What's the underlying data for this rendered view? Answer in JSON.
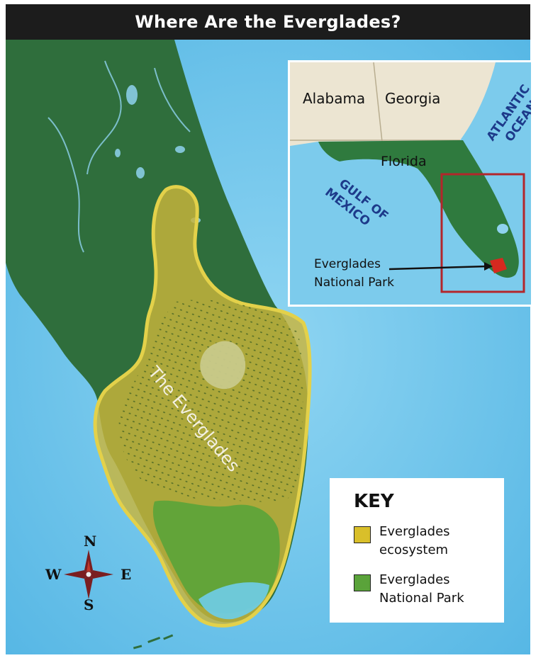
{
  "title": "Where Are the Everglades?",
  "region_label": "The Everglades",
  "inset": {
    "states": [
      "Alabama",
      "Georgia",
      "Florida"
    ],
    "water": [
      "ATLANTIC OCEAN",
      "GULF OF MEXICO"
    ],
    "water_lines": {
      "atlantic": [
        "ATLANTIC",
        "OCEAN"
      ],
      "gulf": [
        "GULF OF",
        "MEXICO"
      ]
    },
    "callout": [
      "Everglades",
      "National Park"
    ]
  },
  "key": {
    "title": "KEY",
    "items": [
      {
        "label_lines": [
          "Everglades",
          "ecosystem"
        ],
        "color": "#d9bf2a"
      },
      {
        "label_lines": [
          "Everglades",
          "National Park"
        ],
        "color": "#5aa33a"
      }
    ]
  },
  "compass": {
    "n": "N",
    "s": "S",
    "e": "E",
    "w": "W"
  },
  "colors": {
    "land": "#2f6e3c",
    "ocean": "#6fc3ea",
    "ecosystem": "#c9b43a",
    "park": "#5aa33a",
    "inset_land": "#2f7a3e",
    "inset_other": "#e9e2cf",
    "inset_box": "#b3262b",
    "park_marker": "#d6291f"
  }
}
